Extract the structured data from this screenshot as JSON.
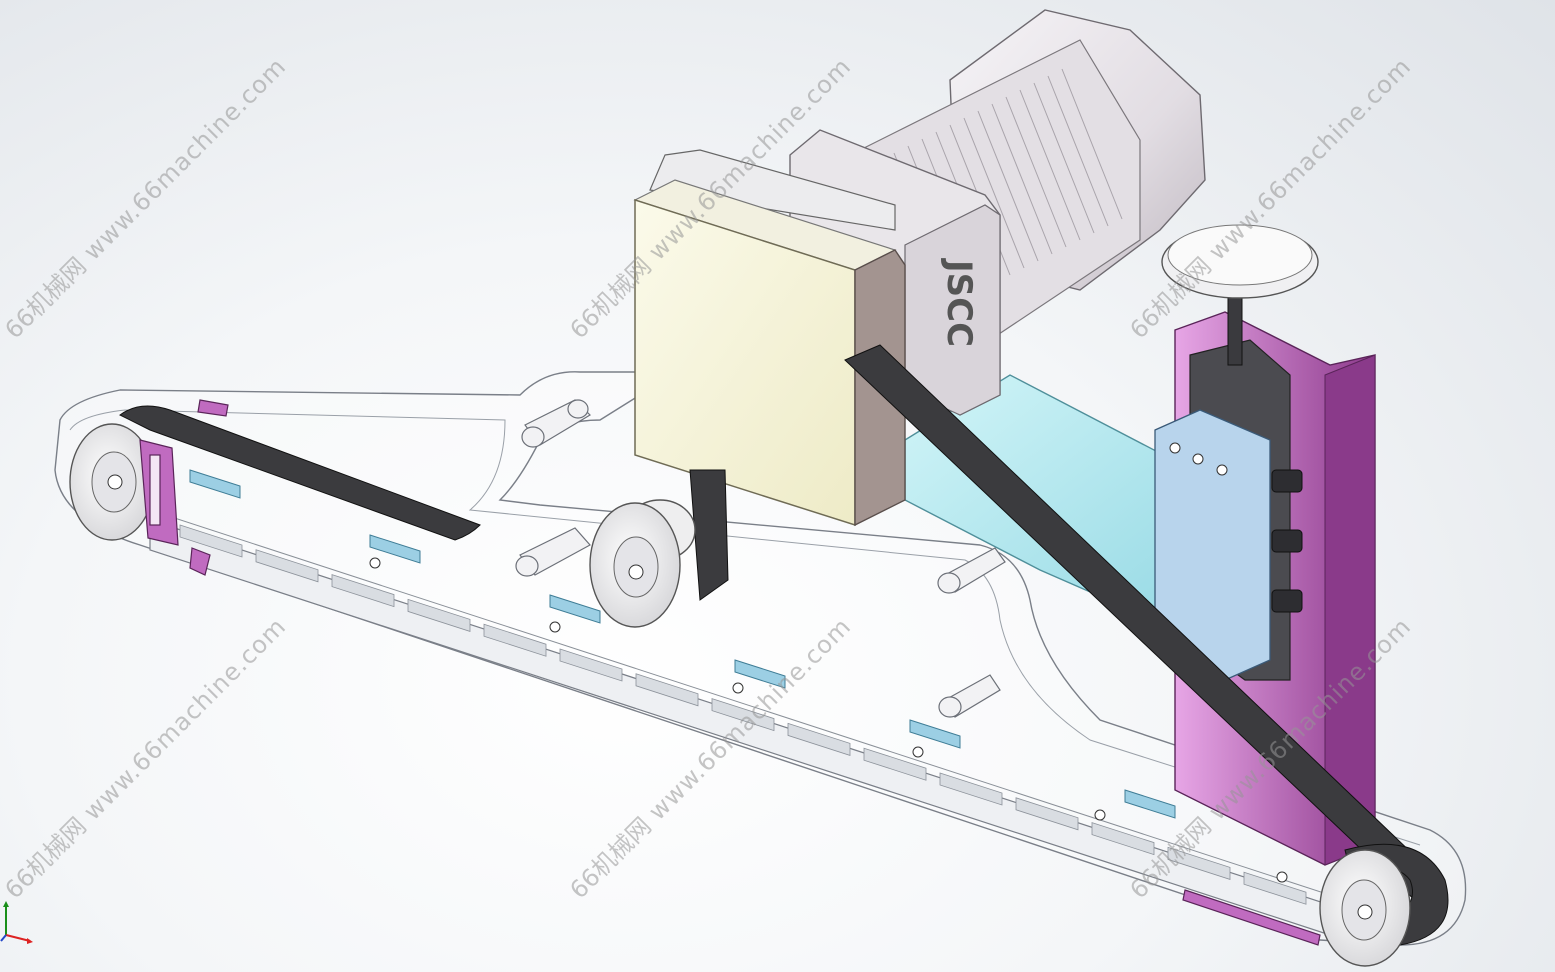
{
  "viewport": {
    "background_top": "#dfe3e8",
    "background_center": "#ffffff"
  },
  "watermark": {
    "logo_text": "66机械网",
    "url_text": "www.66machine.com",
    "color": "#969696"
  },
  "top_title": "",
  "motor_label": "JSCC",
  "colors": {
    "motor_body": "#e9e6ea",
    "motor_shadow": "#c7c2c8",
    "cover": "#f7f5dc",
    "belt": "#3b3b3e",
    "frame_purple": "#b25cb0",
    "bracket_cyan": "#aee6ee",
    "clamp_plate": "#b8d4ec",
    "guide_blue": "#9ccfe4",
    "dark_clamp": "#3e3e42"
  },
  "triad_icon": "xyz-axis-triad-icon"
}
